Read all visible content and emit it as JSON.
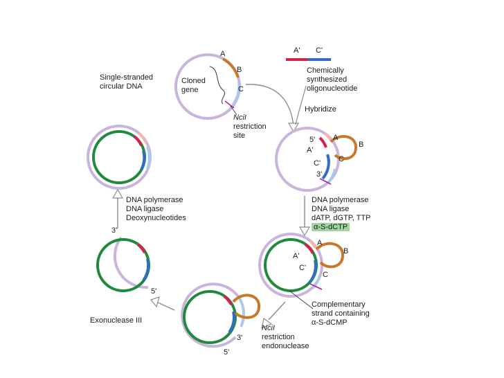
{
  "labels": {
    "single_stranded": [
      "Single-stranded",
      "circular DNA"
    ],
    "cloned_gene": [
      "Cloned",
      "gene"
    ],
    "a": "A",
    "b": "B",
    "c": "C",
    "a_prime": "A'",
    "c_prime": "C'",
    "five_prime": "5'",
    "three_prime": "3'",
    "oligo": [
      "Chemically",
      "synthesized",
      "oligonucleotide"
    ],
    "nci_site": [
      "NciI",
      "restriction",
      "site"
    ],
    "hybridize": "Hybridize",
    "polymerase_step": [
      "DNA polymerase",
      "DNA ligase",
      "dATP, dGTP, TTP",
      "α-S-dCTP"
    ],
    "complementary": [
      "Complementary",
      "strand containing",
      "α-S-dCMP"
    ],
    "nci_endonuclease": [
      "NciI",
      "restriction",
      "endonuclease"
    ],
    "exonuclease": "Exonuclease III",
    "repair_step": [
      "DNA polymerase",
      "DNA ligase",
      "Deoxynucleotides"
    ]
  },
  "colors": {
    "template": "#c8b4dc",
    "new_strand": "#1f8a3c",
    "segment_a": "#d4224a",
    "segment_c": "#2f6cc4",
    "loop": "#c8782a",
    "pink_light": "#f4b6a8",
    "blue_light": "#aac8ec",
    "site": "#b0238a",
    "arrow": "#8c8c8c",
    "highlight": "#9fd6a0"
  }
}
